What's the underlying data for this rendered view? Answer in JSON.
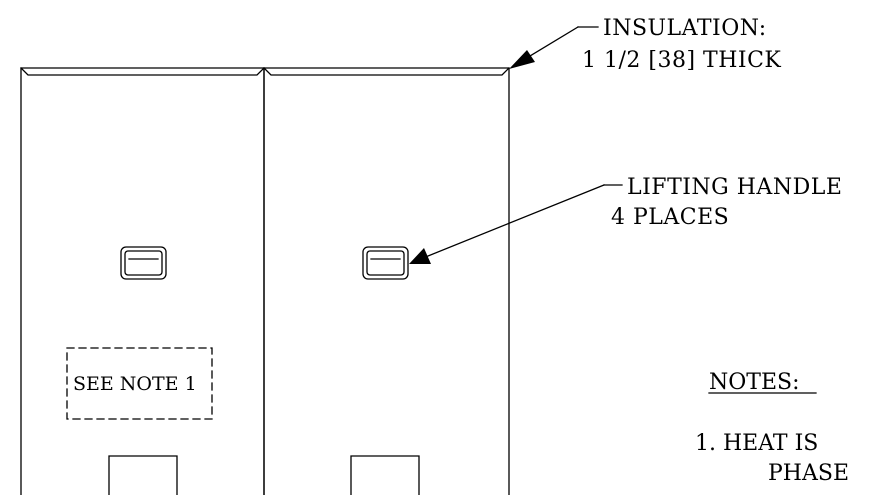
{
  "callouts": {
    "insulation_line1": "INSULATION:",
    "insulation_line2": "1 1/2 [38] THICK",
    "handle_line1": "LIFTING HANDLE",
    "handle_line2": "4 PLACES"
  },
  "note_box": {
    "label": "SEE NOTE 1"
  },
  "notes": {
    "heading": "NOTES:",
    "item1_line1": "1. HEAT IS",
    "item1_line2": "PHASE"
  },
  "colors": {
    "ink": "#000000",
    "paper": "#ffffff"
  }
}
